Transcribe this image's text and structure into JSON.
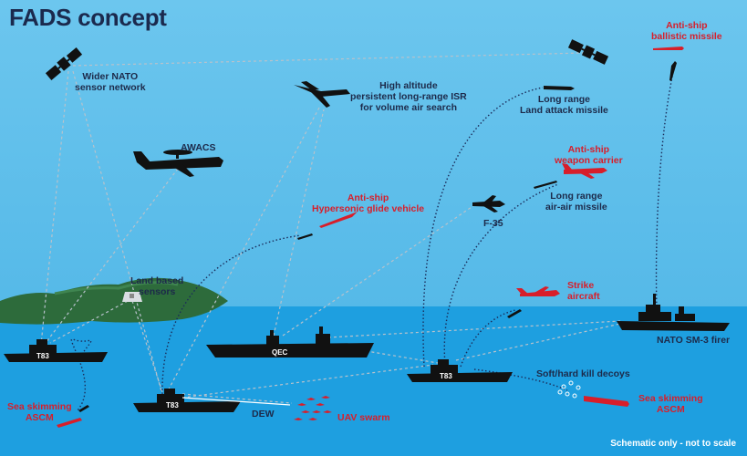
{
  "title": "FADS concept",
  "labels": {
    "wider_nato_1": "Wider NATO",
    "wider_nato_2": "sensor network",
    "isr_1": "High altitude",
    "isr_2": "persistent long-range ISR",
    "isr_3": "for volume air search",
    "awacs": "AWACS",
    "hgv_1": "Anti-ship",
    "hgv_2": "Hypersonic glide vehicle",
    "land_sensors_1": "Land based",
    "land_sensors_2": "sensors",
    "lacm_1": "Long range",
    "lacm_2": "Land attack missile",
    "weapon_carrier_1": "Anti-ship",
    "weapon_carrier_2": "weapon carrier",
    "aam_1": "Long range",
    "aam_2": "air-air missile",
    "f35": "F-35",
    "asbm_1": "Anti-ship",
    "asbm_2": "ballistic missile",
    "strike_1": "Strike",
    "strike_2": "aircraft",
    "sm3": "NATO SM-3 firer",
    "decoys": "Soft/hard kill decoys",
    "ascm_left_1": "Sea skimming",
    "ascm_left_2": "ASCM",
    "ascm_right_1": "Sea skimming",
    "ascm_right_2": "ASCM",
    "dew": "DEW",
    "uav": "UAV swarm",
    "footer": "Schematic only - not to scale"
  },
  "hulls": {
    "t83_left": "T83",
    "qec": "QEC",
    "t83_bottom": "T83",
    "t83_right": "T83"
  },
  "colors": {
    "sky": "#63c2ec",
    "sea": "#1d9ee0",
    "land": "#2f6a3a",
    "silhouette": "#0c0c12",
    "threat": "#d81e2a",
    "text": "#1d2a4a"
  },
  "icons": [
    "satellite-icon",
    "drone-icon",
    "awacs-icon",
    "fighter-jet-icon",
    "missile-icon",
    "radar-dome-icon",
    "warship-icon",
    "aircraft-carrier-icon",
    "decoy-icon"
  ]
}
